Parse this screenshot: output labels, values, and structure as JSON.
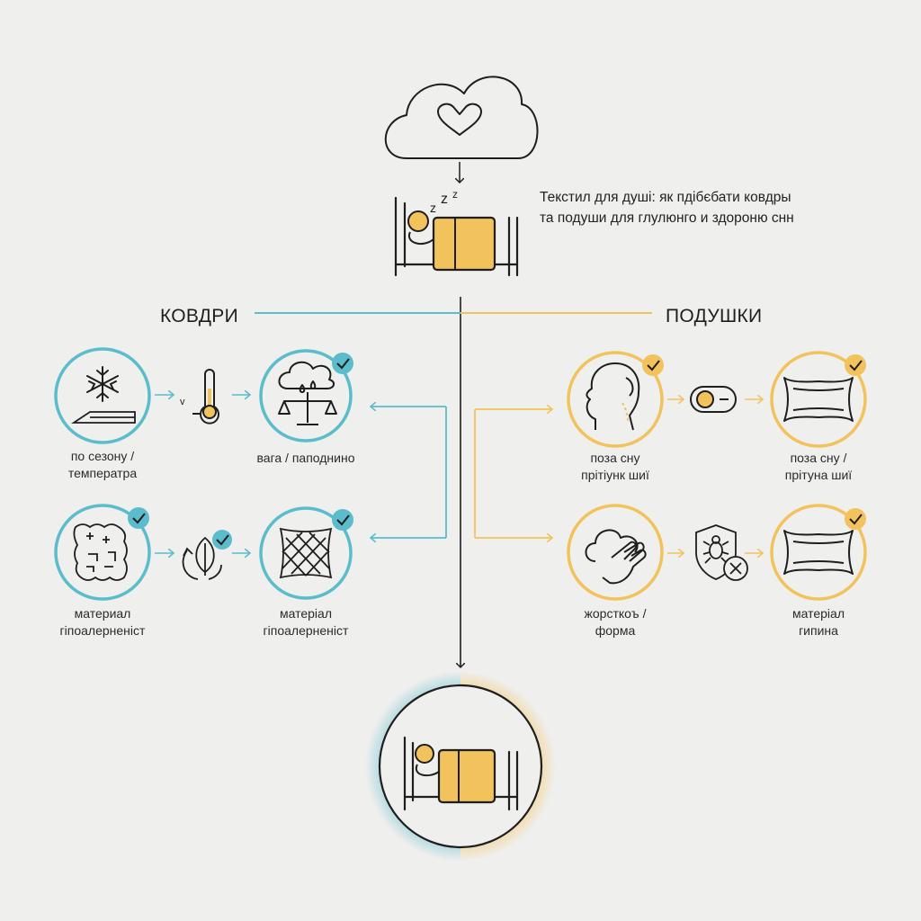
{
  "title": {
    "line1": "Текстил для душі: як пдібєбати ковдры",
    "line2": "та подуши для глулюнго и здороню снн"
  },
  "sections": {
    "left": "КОВДРИ",
    "right": "ПОДУШКИ"
  },
  "labels": {
    "season": [
      "по сезону /",
      "темпeратра"
    ],
    "weight": [
      "вага / паподнино"
    ],
    "material_left": [
      "материал",
      "гіпоалерненіст"
    ],
    "material_mid": [
      "матеріал",
      "гіпоалерненіст"
    ],
    "pose1": [
      "поза сну",
      "прітіунк шиї"
    ],
    "pose2": [
      "поза сну /",
      "прітуна шиї"
    ],
    "firmness": [
      "жорсткоъ /",
      "форма"
    ],
    "filler": [
      "матерiал",
      "гипина"
    ]
  },
  "colors": {
    "blue": "#5bbccb",
    "yellow": "#f2c35c",
    "ink": "#1e1e1e",
    "bed_fill": "#f2c35c",
    "background": "#efefee"
  },
  "icons": [
    "cloud-heart-icon",
    "sleeping-bed-icon",
    "snowflake-icon",
    "thermometer-icon",
    "scale-icon",
    "quilt-icon",
    "leaf-recycle-icon",
    "pillow-quilted-icon",
    "head-neck-icon",
    "toggle-icon",
    "pillow-icon",
    "hand-cloud-icon",
    "shield-mite-icon",
    "check-icon",
    "bed-result-icon"
  ]
}
